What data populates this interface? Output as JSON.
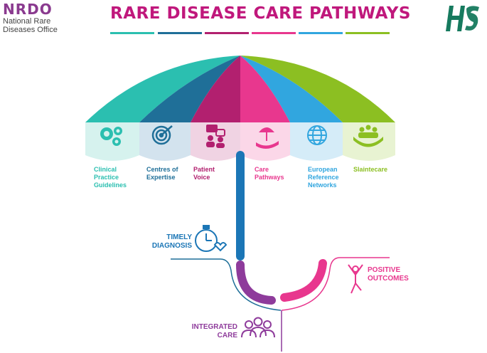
{
  "header": {
    "logo_mark": "NRDO",
    "logo_line1": "National Rare",
    "logo_line2": "Diseases Office",
    "title": "RARE DISEASE CARE PATHWAYS",
    "hse_logo_name": "hse-logo"
  },
  "colors": {
    "teal": "#2bbfb0",
    "blue_dark": "#1f6f98",
    "magenta": "#b2206f",
    "pink": "#e8378e",
    "sky": "#31a6df",
    "green": "#8cbf22",
    "stem": "#1b76b6",
    "purple": "#8e3b9b",
    "hse_green": "#167a5e"
  },
  "segments": [
    {
      "label1": "Clinical",
      "label2": "Practice",
      "label3": "Guidelines",
      "icon": "gears-icon"
    },
    {
      "label1": "Centres of",
      "label2": "Expertise",
      "label3": "",
      "icon": "target-icon"
    },
    {
      "label1": "Patient",
      "label2": "Voice",
      "label3": "",
      "icon": "speech-people-icon"
    },
    {
      "label1": "Care",
      "label2": "Pathways",
      "label3": "",
      "icon": "umbrella-hand-icon"
    },
    {
      "label1": "European",
      "label2": "Reference",
      "label3": "Networks",
      "icon": "globe-icon"
    },
    {
      "label1": "Slaintecare",
      "label2": "",
      "label3": "",
      "icon": "hands-people-icon"
    }
  ],
  "outcomes": {
    "timely_1": "TIMELY",
    "timely_2": "DIAGNOSIS",
    "positive_1": "POSITIVE",
    "positive_2": "OUTCOMES",
    "integrated_1": "INTEGRATED",
    "integrated_2": "CARE"
  }
}
